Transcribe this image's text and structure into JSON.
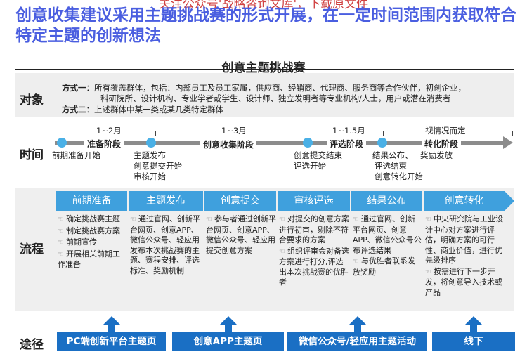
{
  "watermark": "关注公众号'战略咨询文库'，下载原文件",
  "title": "创意收集建议采用主题挑战赛的形式开展，在一定时间范围内获取符合特定主题的创新想法",
  "subtitle": "创意主题挑战赛",
  "audience": {
    "label": "对象",
    "m1_label": "方式一",
    "m1_line1": "：所有覆盖群体，包括：内部员工及员工家属，供应商、经销商、代理商、服务商等合作伙伴，初创企业，",
    "m1_line2": "科研院所、设计机构、专业学者或学生、设计师、独立发明者等专业机构/人士，用户或潜在消费者",
    "m2_label": "方式二",
    "m2_text": "：上述群体中某一类或某几类特定群体"
  },
  "timeline": {
    "label": "时间",
    "durations": [
      "1~2月",
      "1~3月",
      "1~1.5月",
      "视情况而定"
    ],
    "stages": [
      "准备阶段",
      "创意收集阶段",
      "评选阶段",
      "转化阶段"
    ],
    "milestones": [
      [
        "前期准备开始"
      ],
      [
        "主题发布",
        "创意提交开始",
        "审核开始"
      ],
      [
        "创意提交结束",
        "评选开始"
      ],
      [
        "结果公布、",
        "评选结束",
        "创意转化开始"
      ],
      [
        "奖励发放"
      ]
    ]
  },
  "process": {
    "label": "流程",
    "phases": [
      {
        "title": "前期准备",
        "items": [
          "确定挑战赛主题",
          "制定挑战赛方案",
          "前期宣传",
          "开展相关前期工作准备"
        ]
      },
      {
        "title": "主题发布",
        "items": [
          "通过官网、创新平台网页、创意APP、微信公众号、轻应用发布本次挑战赛的主题、赛程安排、评选标准、奖励机制"
        ]
      },
      {
        "title": "创意提交",
        "items": [
          "参与者通过创新平台网页、创意APP、微信公众号、轻应用提交创意方案"
        ]
      },
      {
        "title": "审核评选",
        "items": [
          "对提交的创意方案进行初审，剔除不符合要求的方案",
          "组织评审会对备选方案进行打分,评选出本次挑战赛的优胜者"
        ]
      },
      {
        "title": "结果公布",
        "items": [
          "通过官网、创新平台网页、创意APP、微信公众号公布评选结果",
          "与优胜者联系发放奖励"
        ]
      },
      {
        "title": "创意转化",
        "items": [
          "中央研究院与工业设计中心对方案进行评估，明确方案的可行性、商业价值，进行优先级排序",
          "按需进行下一步开发，将创意导入技术或产品"
        ]
      }
    ]
  },
  "channels": {
    "label": "途径",
    "items": [
      "PC端创新平台主题页",
      "创意APP主题页",
      "微信公众号/轻应用主题活动",
      "线下"
    ]
  },
  "colors": {
    "title": "#4a5ee0",
    "phase": "#3fa0dd",
    "channel": "#1a6fc4",
    "timeline_dot": "#4ab0e6"
  }
}
